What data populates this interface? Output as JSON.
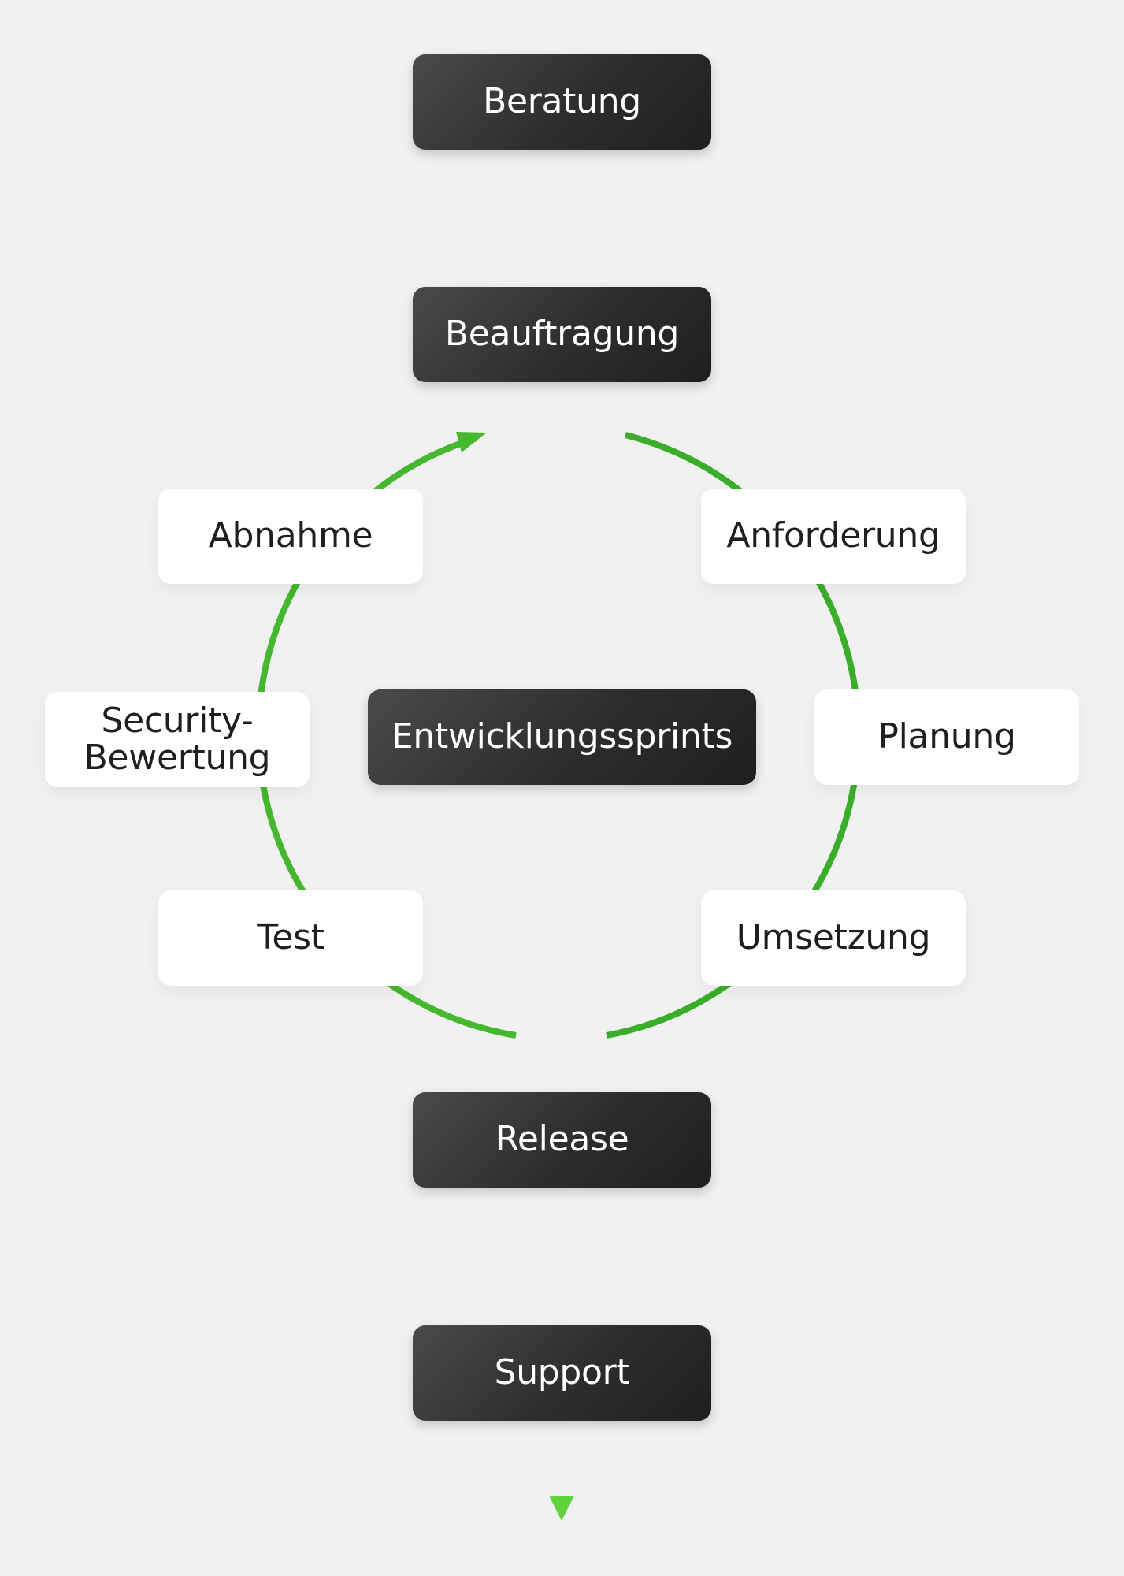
{
  "colors": {
    "background": "#f1f1f1",
    "connector_green": "#45b82f",
    "node_dark": "#2d2d2d",
    "node_light": "#ffffff",
    "text_dark": "#1f1f1f",
    "text_light": "#ffffff"
  },
  "phases": {
    "beratung": "Beratung",
    "beauftragung": "Beauftragung",
    "entwicklungssprints": "Entwicklungssprints",
    "release": "Release",
    "support": "Support"
  },
  "cycle": {
    "anforderung": "Anforderung",
    "planung": "Planung",
    "umsetzung": "Umsetzung",
    "test": "Test",
    "security_bewertung": "Security-\nBewertung",
    "abnahme": "Abnahme"
  },
  "icons": {
    "cycle_arrowhead": "arrowhead-icon",
    "end_arrowhead": "arrow-down-icon"
  }
}
